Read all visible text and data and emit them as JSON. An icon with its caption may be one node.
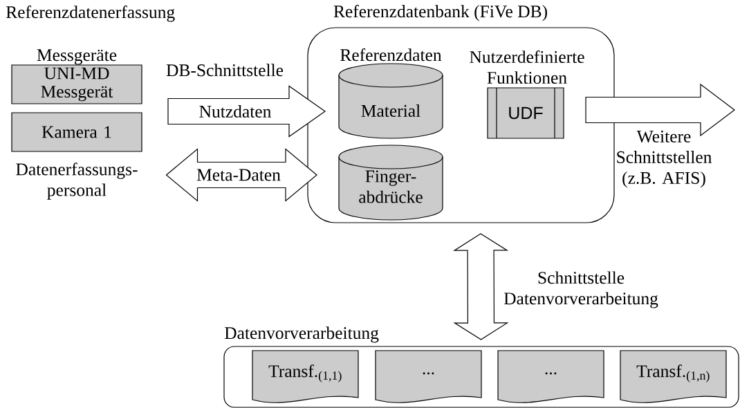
{
  "diagram": {
    "nodes": [
      {
        "text": [
          "UNI-MD Messgerät"
        ]
      },
      {
        "text": [
          "Kamera 1"
        ]
      },
      {
        "text": [
          "Datenerfassungs- personal"
        ]
      },
      {
        "text": [
          "Referenzdatenbank (FiVe DB)"
        ]
      },
      {
        "text": [
          "Material"
        ],
        "in": 3
      },
      {
        "text": [
          "Finger- abdrücke"
        ],
        "in": 3
      },
      {
        "text": [
          "UDF"
        ],
        "in": 3
      },
      {
        "text": [
          "Datenvorverarbeitung"
        ]
      },
      {
        "text": [
          "Transf.$_{(1,1)}$"
        ],
        "in": 7
      },
      {
        "text": [
          "..."
        ],
        "in": 7
      },
      {
        "text": [
          "..."
        ],
        "in": 7
      },
      {
        "text": [
          "Transf.$_{(1,n)}$"
        ],
        "in": 7
      }
    ],
    "edges": [
      {
        "from": null,
        "to": 3,
        "arrow": "to",
        "label": "Nutzdaten"
      },
      {
        "from": 2,
        "to": 3,
        "arrow": "both",
        "label": "Meta-Daten"
      },
      {
        "from": 3,
        "to": null,
        "arrow": "to",
        "label": "Weitere Schnittstellen (z.B. AFIS)"
      },
      {
        "from": 3,
        "to": 7,
        "arrow": "both",
        "label": "Schnittstelle Datenvorverarbeitung"
      }
    ],
    "labels": [
      "Referenzdatenerfassung",
      "Messgeräte",
      "DB-Schnittstelle",
      "Referenzdaten",
      "Nutzerdefinierte Funktionen"
    ]
  }
}
